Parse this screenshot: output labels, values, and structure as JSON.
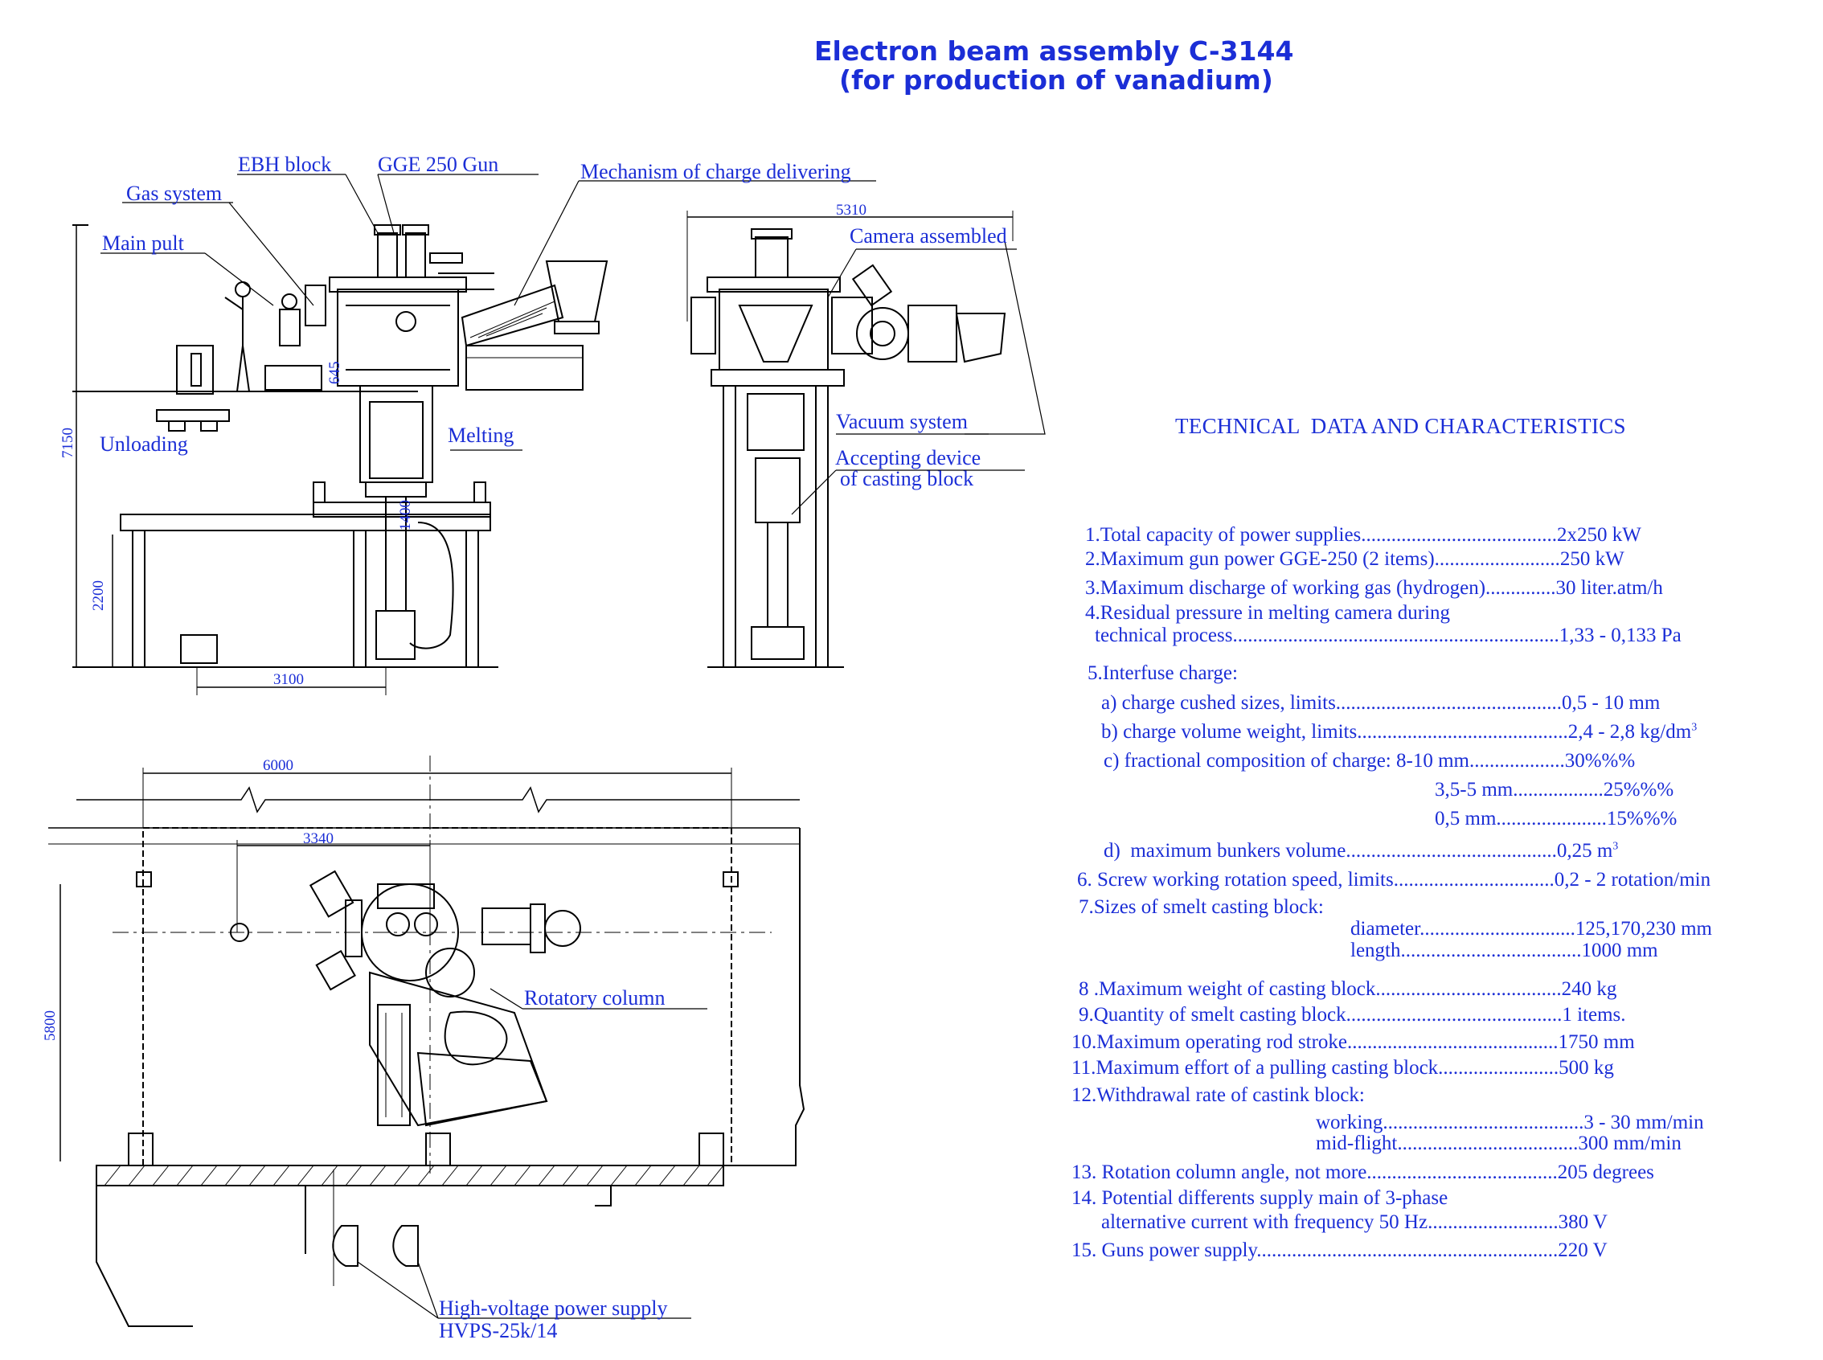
{
  "title": {
    "line1": "Electron beam assembly C-3144",
    "line2": "(for production of vanadium)"
  },
  "side_view": {
    "labels": {
      "ebh_block": "EBH block",
      "gge_gun": "GGE 250 Gun",
      "gas_system": "Gas system",
      "main_pult": "Main pult",
      "unloading": "Unloading",
      "melting": "Melting",
      "mechanism": "Mechanism of charge delivering"
    },
    "dims": {
      "height": "7150",
      "base_height": "2200",
      "width": "3100",
      "small": "645",
      "mid": "1400"
    }
  },
  "front_view": {
    "labels": {
      "camera": "Camera assembled",
      "vacuum": "Vacuum system",
      "accepting_1": "Accepting device",
      "accepting_2": "of casting block"
    },
    "dims": {
      "width": "5310"
    }
  },
  "plan_view": {
    "labels": {
      "rotatory": "Rotatory column",
      "hv_1": "High-voltage power supply",
      "hv_2": "HVPS-25k/14"
    },
    "dims": {
      "width": "6000",
      "inner": "3340",
      "height": "5800"
    }
  },
  "technical": {
    "heading": "TECHNICAL  DATA AND CHARACTERISTICS",
    "lines": [
      "1.Total capacity of power supplies.......................................2x250 kW",
      "2.Maximum gun power GGE-250 (2 items).........................250 kW",
      "3.Maximum discharge of working gas (hydrogen)..............30 liter.atm/h",
      "4.Residual pressure in melting camera during",
      "technical process.................................................................1,33 - 0,133 Pa",
      "5.Interfuse charge:",
      "a) charge cushed sizes, limits.............................................0,5 - 10 mm",
      "b) charge volume weight, limits..........................................2,4 - 2,8 kg/dm",
      "c) fractional composition of charge: 8-10 mm...................30%%%",
      "3,5-5 mm..................25%%%",
      "0,5 mm......................15%%%",
      "d)  maximum bunkers volume..........................................0,25 m",
      "6. Screw working rotation speed, limits................................0,2 - 2 rotation/min",
      "7.Sizes of smelt casting block:",
      "diameter...............................125,170,230 mm",
      "length....................................1000 mm",
      "8 .Maximum weight of casting block.....................................240 kg",
      "9.Quantity of smelt casting block...........................................1 items.",
      "10.Maximum operating rod stroke..........................................1750 mm",
      "11.Maximum effort of a pulling casting block........................500 kg",
      "12.Withdrawal rate of castink block:",
      "working........................................3 - 30 mm/min",
      "mid-flight....................................300 mm/min",
      "13. Rotation column angle, not more......................................205 degrees",
      "14. Potential differents supply main of 3-phase",
      "alternative current with frequency 50 Hz..........................380 V",
      "15. Guns power supply............................................................220 V"
    ],
    "sup_cube": "3"
  },
  "colors": {
    "ink": "#1b2ed6",
    "drawing": "#000000",
    "paper": "#ffffff"
  }
}
